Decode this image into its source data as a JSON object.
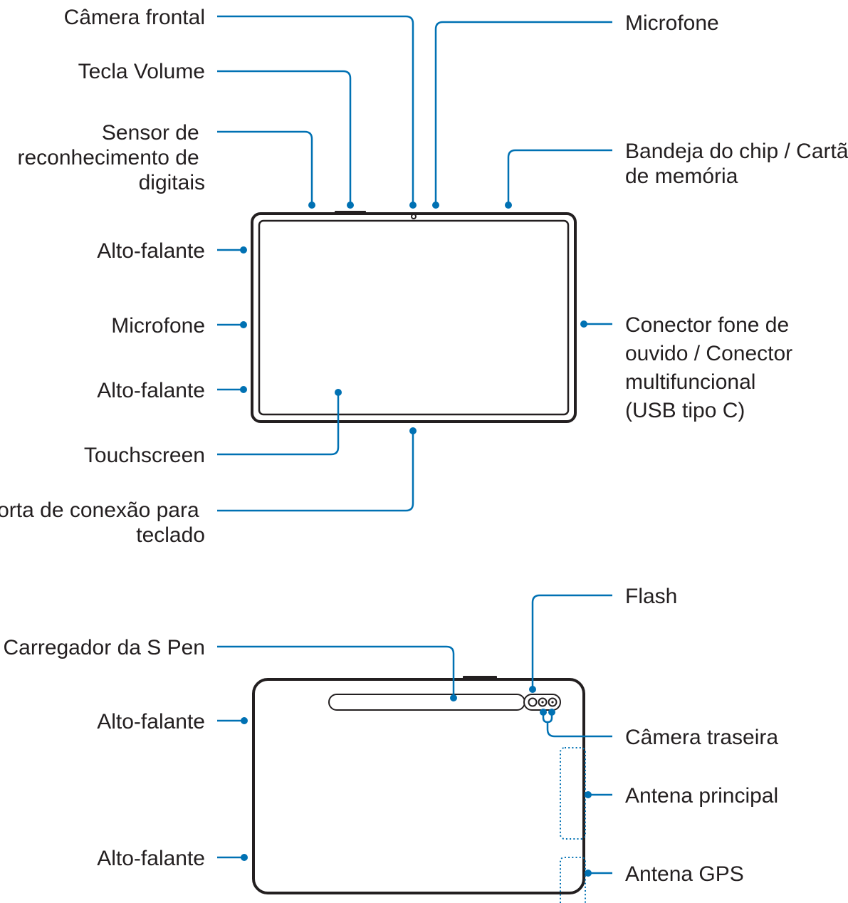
{
  "front_view": {
    "labels": {
      "camera_frontal": "Câmera frontal",
      "microfone_top": "Microfone",
      "tecla_volume": "Tecla Volume",
      "sensor_digitais": [
        "Sensor de",
        "reconhecimento de",
        "digitais"
      ],
      "bandeja_chip": [
        "Bandeja do chip / Cartão",
        "de memória"
      ],
      "alto_falante_1": "Alto-falante",
      "microfone_side": "Microfone",
      "alto_falante_2": "Alto-falante",
      "conector": [
        "Conector fone de",
        "ouvido / Conector",
        "multifuncional",
        "(USB tipo C)"
      ],
      "touchscreen": "Touchscreen",
      "porta_teclado": [
        "Porta de conexão para",
        "teclado"
      ]
    }
  },
  "back_view": {
    "labels": {
      "flash": "Flash",
      "carregador_spen": "Carregador da S Pen",
      "alto_falante_1": "Alto-falante",
      "camera_traseira": "Câmera traseira",
      "antena_principal": "Antena principal",
      "alto_falante_2": "Alto-falante",
      "antena_gps": "Antena GPS"
    }
  },
  "colors": {
    "callout": "#0071b3",
    "outline": "#231f20",
    "text": "#231f20"
  }
}
